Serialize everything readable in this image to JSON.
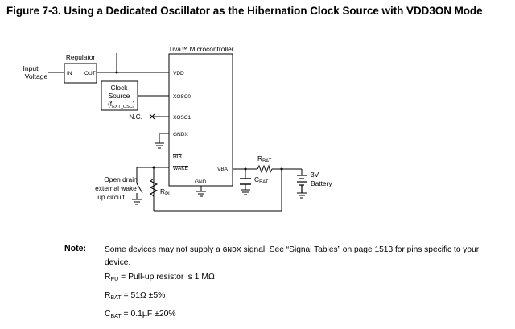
{
  "figure": {
    "title": "Figure 7-3. Using a Dedicated Oscillator as the Hibernation Clock Source with VDD3ON Mode"
  },
  "diagram": {
    "input_voltage": [
      "Input",
      "Voltage"
    ],
    "regulator": {
      "title": "Regulator",
      "in": "IN",
      "out": "OUT"
    },
    "clock_source": {
      "line1": "Clock",
      "line2": "Source",
      "f": "f",
      "sub": "EXT_OSC"
    },
    "mcu": {
      "title": "Tiva™ Microcontroller",
      "pins": {
        "vdd": "VDD",
        "xosc0": "XOSC0",
        "xosc1": "XOSC1",
        "gndx": "GNDX",
        "hib": "HIB",
        "wake": "WAKE",
        "vbat": "VBAT",
        "gnd": "GND"
      }
    },
    "nc_label": "N.C.",
    "open_drain": [
      "Open drain",
      "external wake",
      "up circuit"
    ],
    "rpu": {
      "main": "R",
      "sub": "PU"
    },
    "rbat": {
      "main": "R",
      "sub": "BAT"
    },
    "cbat": {
      "main": "C",
      "sub": "BAT"
    },
    "battery": [
      "3V",
      "Battery"
    ]
  },
  "note": {
    "label": "Note:",
    "text_before": "Some devices may not supply a ",
    "signal": "GNDX",
    "text_after": " signal. See “Signal Tables” on page 1513 for pins specific to your device.",
    "rpu": {
      "main": "R",
      "sub": "PU",
      "value": " = Pull-up resistor is 1 MΩ"
    },
    "rbat": {
      "main": "R",
      "sub": "BAT",
      "value": " = 51Ω ±5%"
    },
    "cbat": {
      "main": "C",
      "sub": "BAT",
      "value": " = 0.1µF ±20%"
    }
  }
}
